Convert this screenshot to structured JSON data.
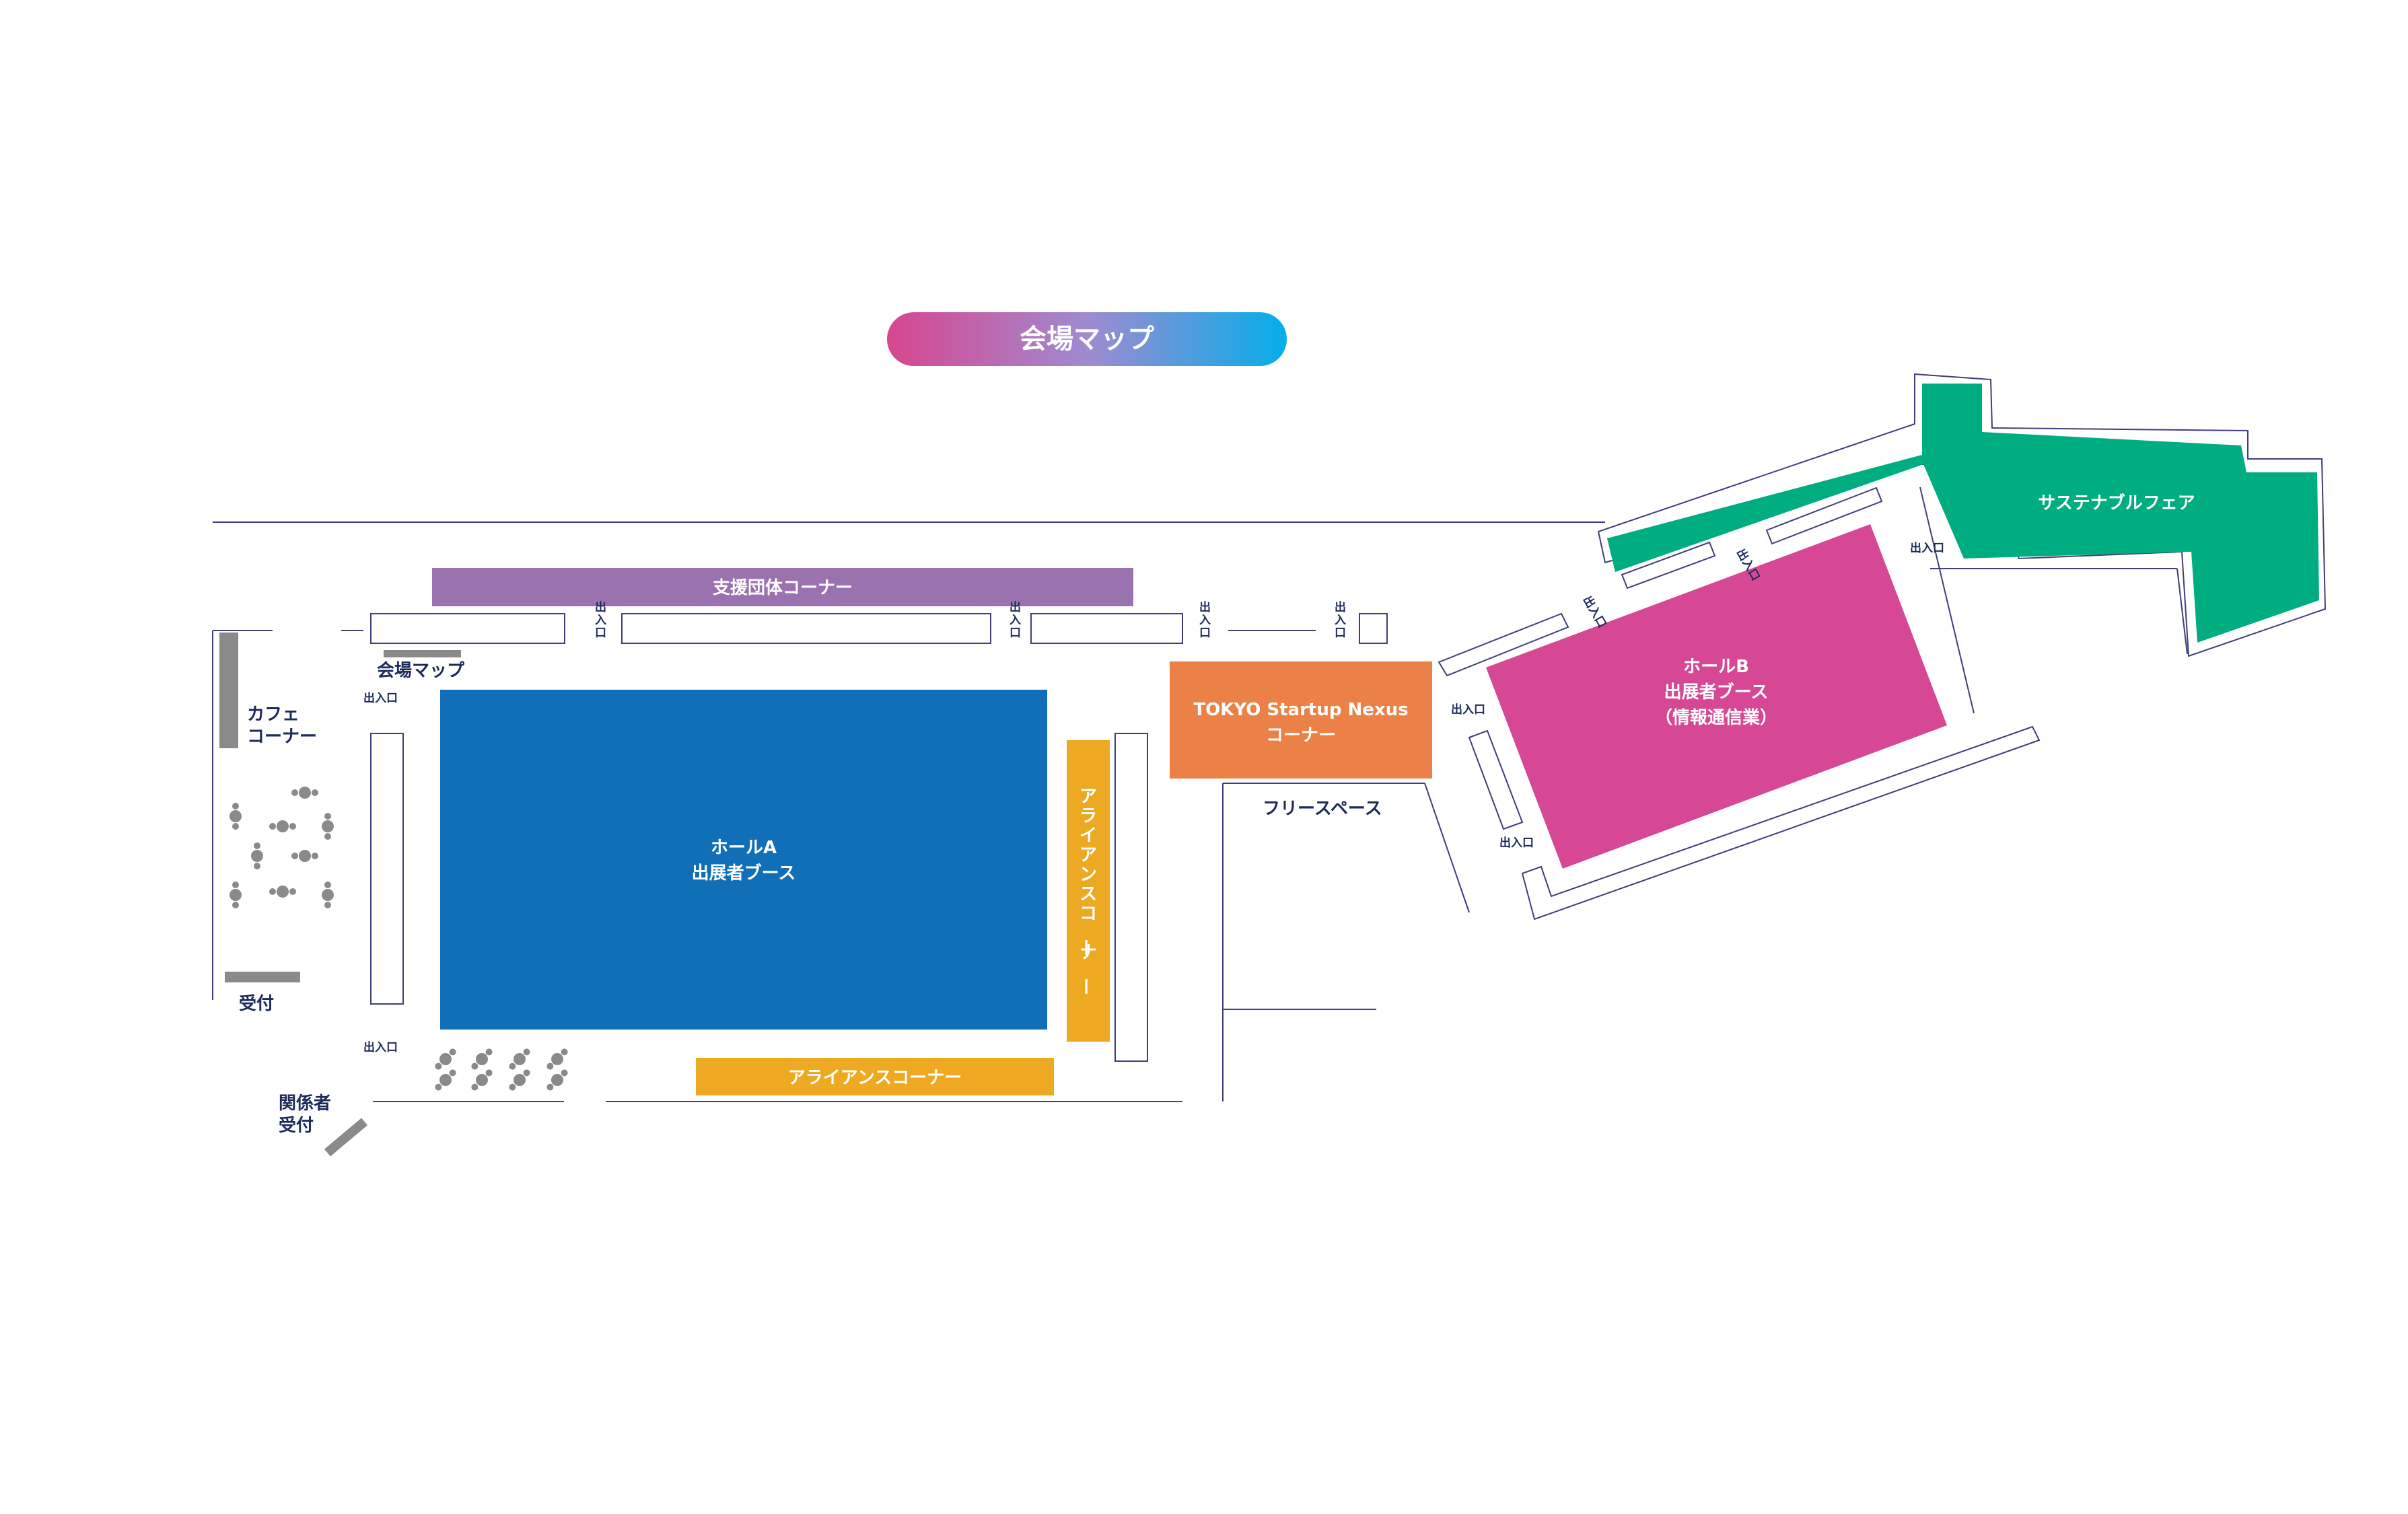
{
  "title": "会場マップ",
  "colors": {
    "hall_a": "#116fb7",
    "hall_b": "#d64894",
    "support": "#9a72b0",
    "alliance": "#eea923",
    "nexus": "#eb8146",
    "sustainable": "#00ad80",
    "gray": "#8a8a8a",
    "wall": "#3d3f7a",
    "title_gradient_start": "#d8468f",
    "title_gradient_end": "#04aee9"
  },
  "areas": {
    "support_corner": "支援団体コーナー",
    "hall_a_line1": "ホールA",
    "hall_a_line2": "出展者ブース",
    "alliance_vertical": "アライアンスコーナー",
    "alliance_bottom": "アライアンスコーナー",
    "nexus_line1": "TOKYO Startup Nexus",
    "nexus_line2": "コーナー",
    "free_space": "フリースペース",
    "hall_b_line1": "ホールB",
    "hall_b_line2": "出展者ブース",
    "hall_b_line3": "（情報通信業）",
    "sustainable_fair": "サステナブルフェア"
  },
  "facilities": {
    "venue_map": "会場マップ",
    "cafe_line1": "カフェ",
    "cafe_line2": "コーナー",
    "reception": "受付",
    "staff_reception_line1": "関係者",
    "staff_reception_line2": "受付"
  },
  "entrance_label": "出入口",
  "entrance_vertical": [
    "出",
    "入",
    "口"
  ],
  "entrance_icon": "door-icon",
  "table_icon": "table-with-chairs-icon"
}
